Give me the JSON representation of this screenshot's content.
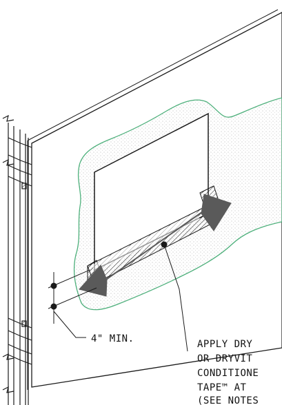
{
  "dimension_label": "4\" MIN.",
  "note_lines": [
    "APPLY DRY",
    "OR DRYVIT",
    "CONDITIONE",
    "TAPE™ AT",
    "(SEE NOTES"
  ],
  "colors": {
    "line": "#1a1a1a",
    "outline": "#4caf7a",
    "stipple": "#cfcfcf",
    "arrow": "#5a5a5a"
  }
}
